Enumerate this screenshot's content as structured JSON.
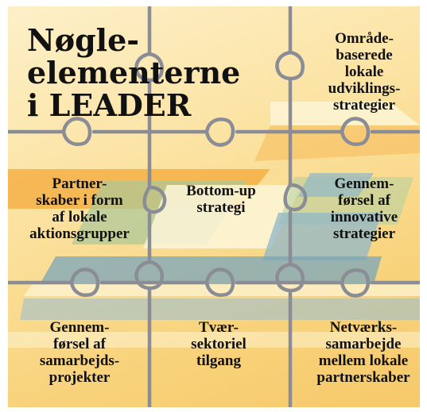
{
  "diagram": {
    "title_lines": [
      "Nøgle-",
      "elementerne",
      "i LEADER"
    ],
    "pieces": [
      {
        "id": "omrade",
        "lines": [
          "Område-",
          "baserede",
          "lokale",
          "udviklings-",
          "strategier"
        ]
      },
      {
        "id": "partner",
        "lines": [
          "Partner-",
          "skaber i form",
          "af lokale",
          "aktionsgrupper"
        ]
      },
      {
        "id": "bottomup",
        "lines": [
          "Bottom-up",
          "strategi"
        ]
      },
      {
        "id": "innovative",
        "lines": [
          "Gennem-",
          "førsel af",
          "innovative",
          "strategier"
        ]
      },
      {
        "id": "samarbejd",
        "lines": [
          "Gennem-",
          "førsel af",
          "samarbejds-",
          "projekter"
        ]
      },
      {
        "id": "tvaer",
        "lines": [
          "Tvær-",
          "sektoriel",
          "tilgang"
        ]
      },
      {
        "id": "netvaerk",
        "lines": [
          "Netværks-",
          "samarbejde",
          "mellem lokale",
          "partnerskaber"
        ]
      }
    ]
  },
  "colors": {
    "background": "#fbe2a0",
    "orange_band": "#f4a93a",
    "blue_band": "#8fb7c8",
    "green_band": "#a9c79a",
    "cream_band": "#fdf6d8",
    "piece_outline": "#8a8d96"
  }
}
